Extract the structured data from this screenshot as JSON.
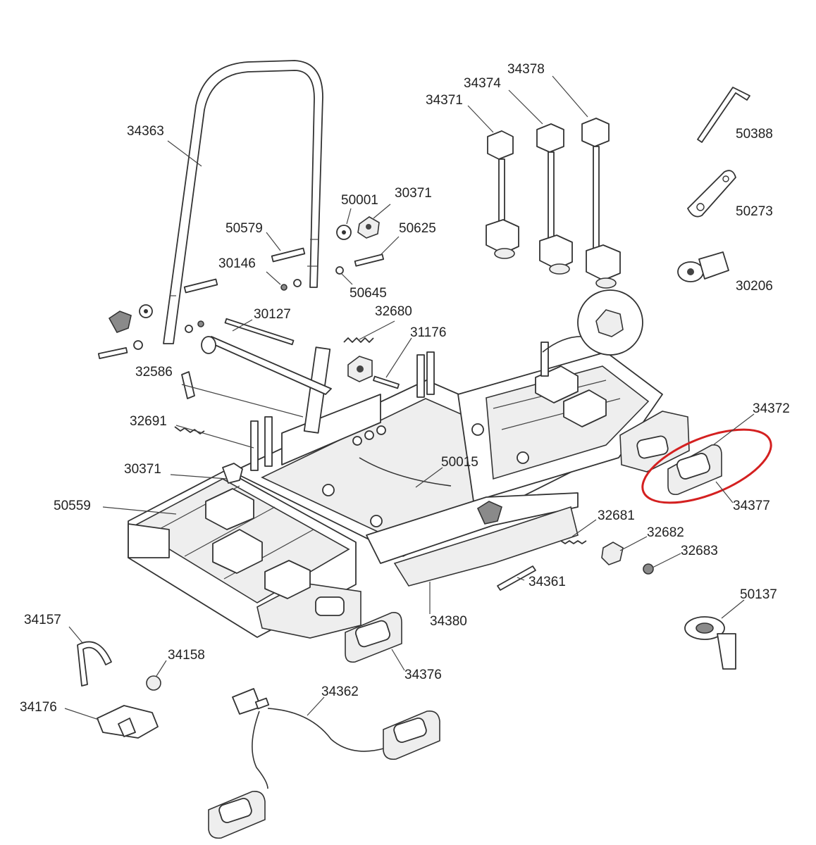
{
  "labels": {
    "l34363": "34363",
    "l34378": "34378",
    "l34374": "34374",
    "l34371": "34371",
    "l50388": "50388",
    "l50001": "50001",
    "l30371a": "30371",
    "l50579": "50579",
    "l50625": "50625",
    "l50273": "50273",
    "l30146": "30146",
    "l50645": "50645",
    "l30206": "30206",
    "l30127": "30127",
    "l32680": "32680",
    "l31176": "31176",
    "l32586": "32586",
    "l32691": "32691",
    "l34372": "34372",
    "l50015": "50015",
    "l30371b": "30371",
    "l34377": "34377",
    "l50559": "50559",
    "l32681": "32681",
    "l32682": "32682",
    "l32683": "32683",
    "l34361": "34361",
    "l50137": "50137",
    "l34157": "34157",
    "l34380": "34380",
    "l34158": "34158",
    "l34376": "34376",
    "l34362": "34362",
    "l34176": "34176"
  },
  "highlight": {
    "part": "34377",
    "color": "#d42020"
  },
  "colors": {
    "line": "#333333",
    "text": "#222222",
    "background": "#ffffff"
  }
}
